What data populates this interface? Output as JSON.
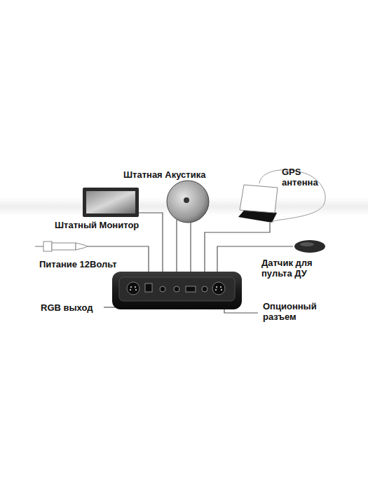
{
  "diagram": {
    "labels": [
      "Штатная Акустика",
      "GPS антенна",
      "Штатный Монитор",
      "Питание 12Вольт",
      "Датчик для пульта ДУ",
      "RGB выход",
      "Опционный разъем"
    ]
  }
}
